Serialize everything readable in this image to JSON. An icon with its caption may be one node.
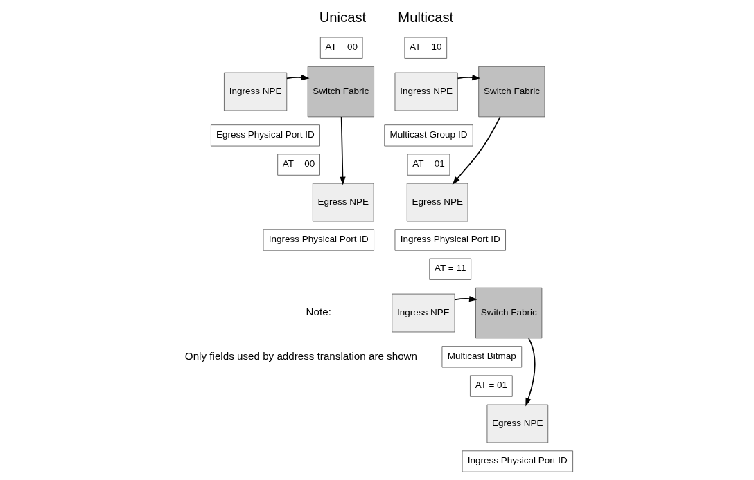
{
  "diagram": {
    "nodes": [
      {
        "text": [
          "Ingress NPE"
        ]
      },
      {
        "text": [
          "AT = 00"
        ]
      },
      {
        "text": [
          "Egress Physical Port ID"
        ]
      },
      {
        "text": [
          "Switch Fabric"
        ]
      },
      {
        "text": [
          "Egress NPE"
        ]
      },
      {
        "text": [
          "AT = 00"
        ]
      },
      {
        "text": [
          "Ingress Physical Port ID"
        ]
      },
      {
        "text": [
          "Ingress NPE"
        ]
      },
      {
        "text": [
          "AT = 10"
        ]
      },
      {
        "text": [
          "Multicast Group ID"
        ]
      },
      {
        "text": [
          "Switch Fabric"
        ]
      },
      {
        "text": [
          "Egress NPE"
        ]
      },
      {
        "text": [
          "AT = 01"
        ]
      },
      {
        "text": [
          "Ingress Physical Port ID"
        ]
      },
      {
        "text": [
          "Ingress NPE"
        ]
      },
      {
        "text": [
          "AT = 11"
        ]
      },
      {
        "text": [
          "Multicast Bitmap"
        ]
      },
      {
        "text": [
          "Switch Fabric"
        ]
      },
      {
        "text": [
          "Egress NPE"
        ]
      },
      {
        "text": [
          "AT = 01"
        ]
      },
      {
        "text": [
          "Ingress Physical Port ID"
        ]
      }
    ],
    "edges": [
      {
        "from": 0,
        "to": 3,
        "arrow": "to"
      },
      {
        "from": 3,
        "to": 4,
        "arrow": "to"
      },
      {
        "from": 7,
        "to": 10,
        "arrow": "to"
      },
      {
        "from": 10,
        "to": 11,
        "arrow": "to"
      },
      {
        "from": 14,
        "to": 17,
        "arrow": "to"
      },
      {
        "from": 17,
        "to": 18,
        "arrow": "to"
      }
    ],
    "labels": [
      "Unicast",
      "Multicast",
      "Note:",
      "Only fields used by address translation are shown"
    ]
  }
}
